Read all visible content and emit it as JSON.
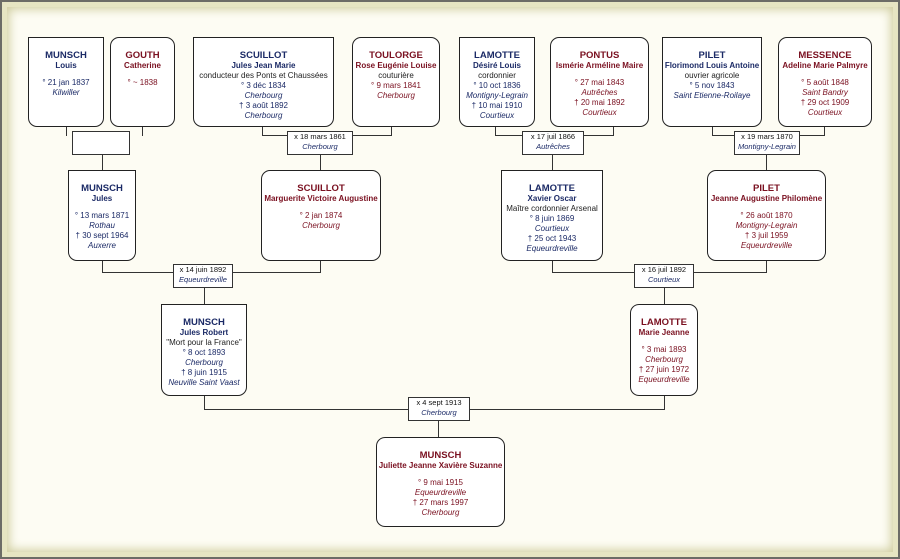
{
  "persons": {
    "munsch_louis": {
      "surname": "MUNSCH",
      "given": "Louis",
      "occupation": "",
      "birth_date": "° 21 jan 1837",
      "birth_place": "Kilwiller",
      "death_date": "",
      "death_place": ""
    },
    "gouth_catherine": {
      "surname": "GOUTH",
      "given": "Catherine",
      "occupation": "",
      "birth_date": "° ~ 1838",
      "birth_place": "",
      "death_date": "",
      "death_place": ""
    },
    "scuillot_jules": {
      "surname": "SCUILLOT",
      "given": "Jules Jean Marie",
      "occupation": "conducteur des Ponts et Chaussées",
      "birth_date": "° 3 déc 1834",
      "birth_place": "Cherbourg",
      "death_date": "† 3 août 1892",
      "death_place": "Cherbourg"
    },
    "toulorge_rose": {
      "surname": "TOULORGE",
      "given": "Rose Eugénie Louise",
      "occupation": "couturière",
      "birth_date": "° 9 mars 1841",
      "birth_place": "Cherbourg",
      "death_date": "",
      "death_place": ""
    },
    "lamotte_desire": {
      "surname": "LAMOTTE",
      "given": "Désiré Louis",
      "occupation": "cordonnier",
      "birth_date": "° 10 oct 1836",
      "birth_place": "Montigny-Legrain",
      "death_date": "† 10 mai 1910",
      "death_place": "Courtieux"
    },
    "pontus_ismerie": {
      "surname": "PONTUS",
      "given": "Ismérie Arméline Maire",
      "occupation": "",
      "birth_date": "° 27 mai 1843",
      "birth_place": "Autrêches",
      "death_date": "† 20 mai 1892",
      "death_place": "Courtieux"
    },
    "pilet_florimond": {
      "surname": "PILET",
      "given": "Florimond Louis Antoine",
      "occupation": "ouvrier agricole",
      "birth_date": "° 5 nov 1843",
      "birth_place": "Saint Etienne-Roilaye",
      "death_date": "",
      "death_place": ""
    },
    "messence_adeline": {
      "surname": "MESSENCE",
      "given": "Adeline Marie Palmyre",
      "occupation": "",
      "birth_date": "° 5 août 1848",
      "birth_place": "Saint Bandry",
      "death_date": "† 29 oct 1909",
      "death_place": "Courtieux"
    },
    "munsch_jules": {
      "surname": "MUNSCH",
      "given": "Jules",
      "occupation": "",
      "birth_date": "° 13 mars 1871",
      "birth_place": "Rothau",
      "death_date": "† 30 sept 1964",
      "death_place": "Auxerre"
    },
    "scuillot_marguerite": {
      "surname": "SCUILLOT",
      "given": "Marguerite Victoire Augustine",
      "occupation": "",
      "birth_date": "° 2 jan 1874",
      "birth_place": "Cherbourg",
      "death_date": "",
      "death_place": ""
    },
    "lamotte_xavier": {
      "surname": "LAMOTTE",
      "given": "Xavier Oscar",
      "occupation": "Maître cordonnier Arsenal",
      "birth_date": "° 8 juin 1869",
      "birth_place": "Courtieux",
      "death_date": "† 25 oct 1943",
      "death_place": "Equeurdreville"
    },
    "pilet_jeanne": {
      "surname": "PILET",
      "given": "Jeanne Augustine Philomène",
      "occupation": "",
      "birth_date": "° 26 août 1870",
      "birth_place": "Montigny-Legrain",
      "death_date": "† 3 juil 1959",
      "death_place": "Equeurdreville"
    },
    "munsch_jules_robert": {
      "surname": "MUNSCH",
      "given": "Jules Robert",
      "occupation": "\"Mort pour la France\"",
      "birth_date": "° 8 oct 1893",
      "birth_place": "Cherbourg",
      "death_date": "† 8 juin 1915",
      "death_place": "Neuville Saint Vaast"
    },
    "lamotte_marie": {
      "surname": "LAMOTTE",
      "given": "Marie Jeanne",
      "occupation": "",
      "birth_date": "° 3 mai 1893",
      "birth_place": "Cherbourg",
      "death_date": "† 27 juin 1972",
      "death_place": "Equeurdreville"
    },
    "munsch_juliette": {
      "surname": "MUNSCH",
      "given": "Juliette Jeanne Xavière Suzanne",
      "occupation": "",
      "birth_date": "° 9 mai 1915",
      "birth_place": "Equeurdreville",
      "death_date": "† 27 mars 1997",
      "death_place": "Cherbourg"
    }
  },
  "marriages": {
    "scuillot_toulorge": {
      "date": "x 18 mars 1861",
      "place": "Cherbourg"
    },
    "lamotte_pontus": {
      "date": "x 17 juil 1866",
      "place": "Autrêches"
    },
    "pilet_messence": {
      "date": "x 19 mars 1870",
      "place": "Montigny-Legrain"
    },
    "munsch_scuillot": {
      "date": "x 14 juin 1892",
      "place": "Equeurdreville"
    },
    "lamotte_pilet": {
      "date": "x 16 juil 1892",
      "place": "Courtieux"
    },
    "munsch_lamotte": {
      "date": "x 4 sept 1913",
      "place": "Cherbourg"
    }
  }
}
